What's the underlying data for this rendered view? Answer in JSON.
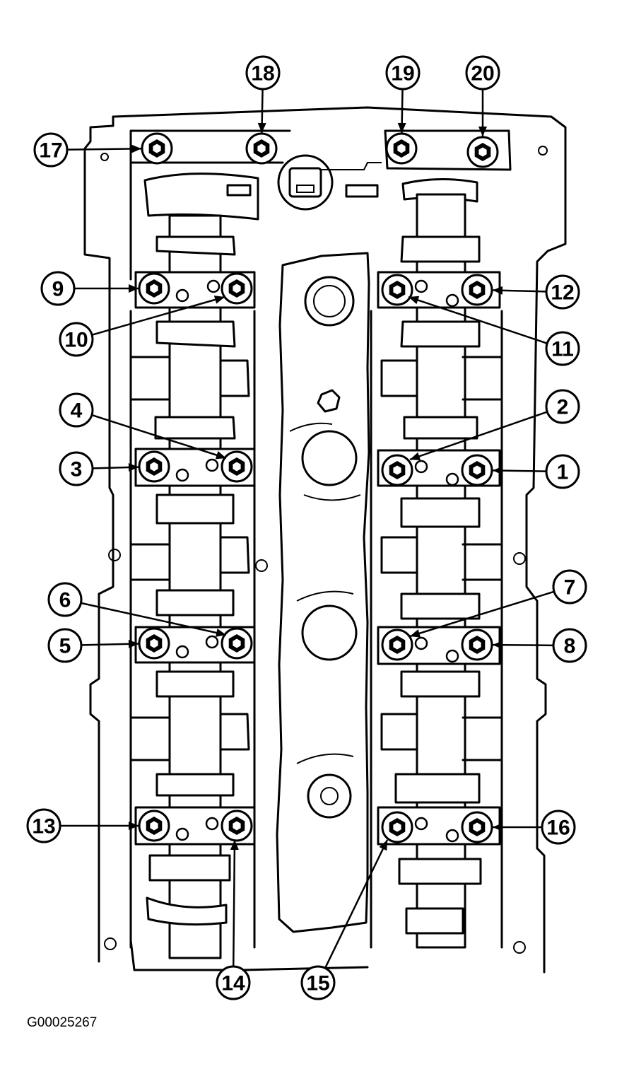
{
  "figure": {
    "id_label": "G00025267",
    "subject_icon": "camshaft-cap-bolt-sequence-diagram",
    "line_color": "#000000",
    "background_color": "#ffffff"
  },
  "callouts": [
    {
      "num": "1",
      "side": "right"
    },
    {
      "num": "2",
      "side": "right"
    },
    {
      "num": "3",
      "side": "left"
    },
    {
      "num": "4",
      "side": "left"
    },
    {
      "num": "5",
      "side": "left"
    },
    {
      "num": "6",
      "side": "left"
    },
    {
      "num": "7",
      "side": "right"
    },
    {
      "num": "8",
      "side": "right"
    },
    {
      "num": "9",
      "side": "left"
    },
    {
      "num": "10",
      "side": "left"
    },
    {
      "num": "11",
      "side": "right"
    },
    {
      "num": "12",
      "side": "right"
    },
    {
      "num": "13",
      "side": "left"
    },
    {
      "num": "14",
      "side": "bottom"
    },
    {
      "num": "15",
      "side": "bottom"
    },
    {
      "num": "16",
      "side": "right"
    },
    {
      "num": "17",
      "side": "left"
    },
    {
      "num": "18",
      "side": "top"
    },
    {
      "num": "19",
      "side": "top"
    },
    {
      "num": "20",
      "side": "top"
    }
  ]
}
